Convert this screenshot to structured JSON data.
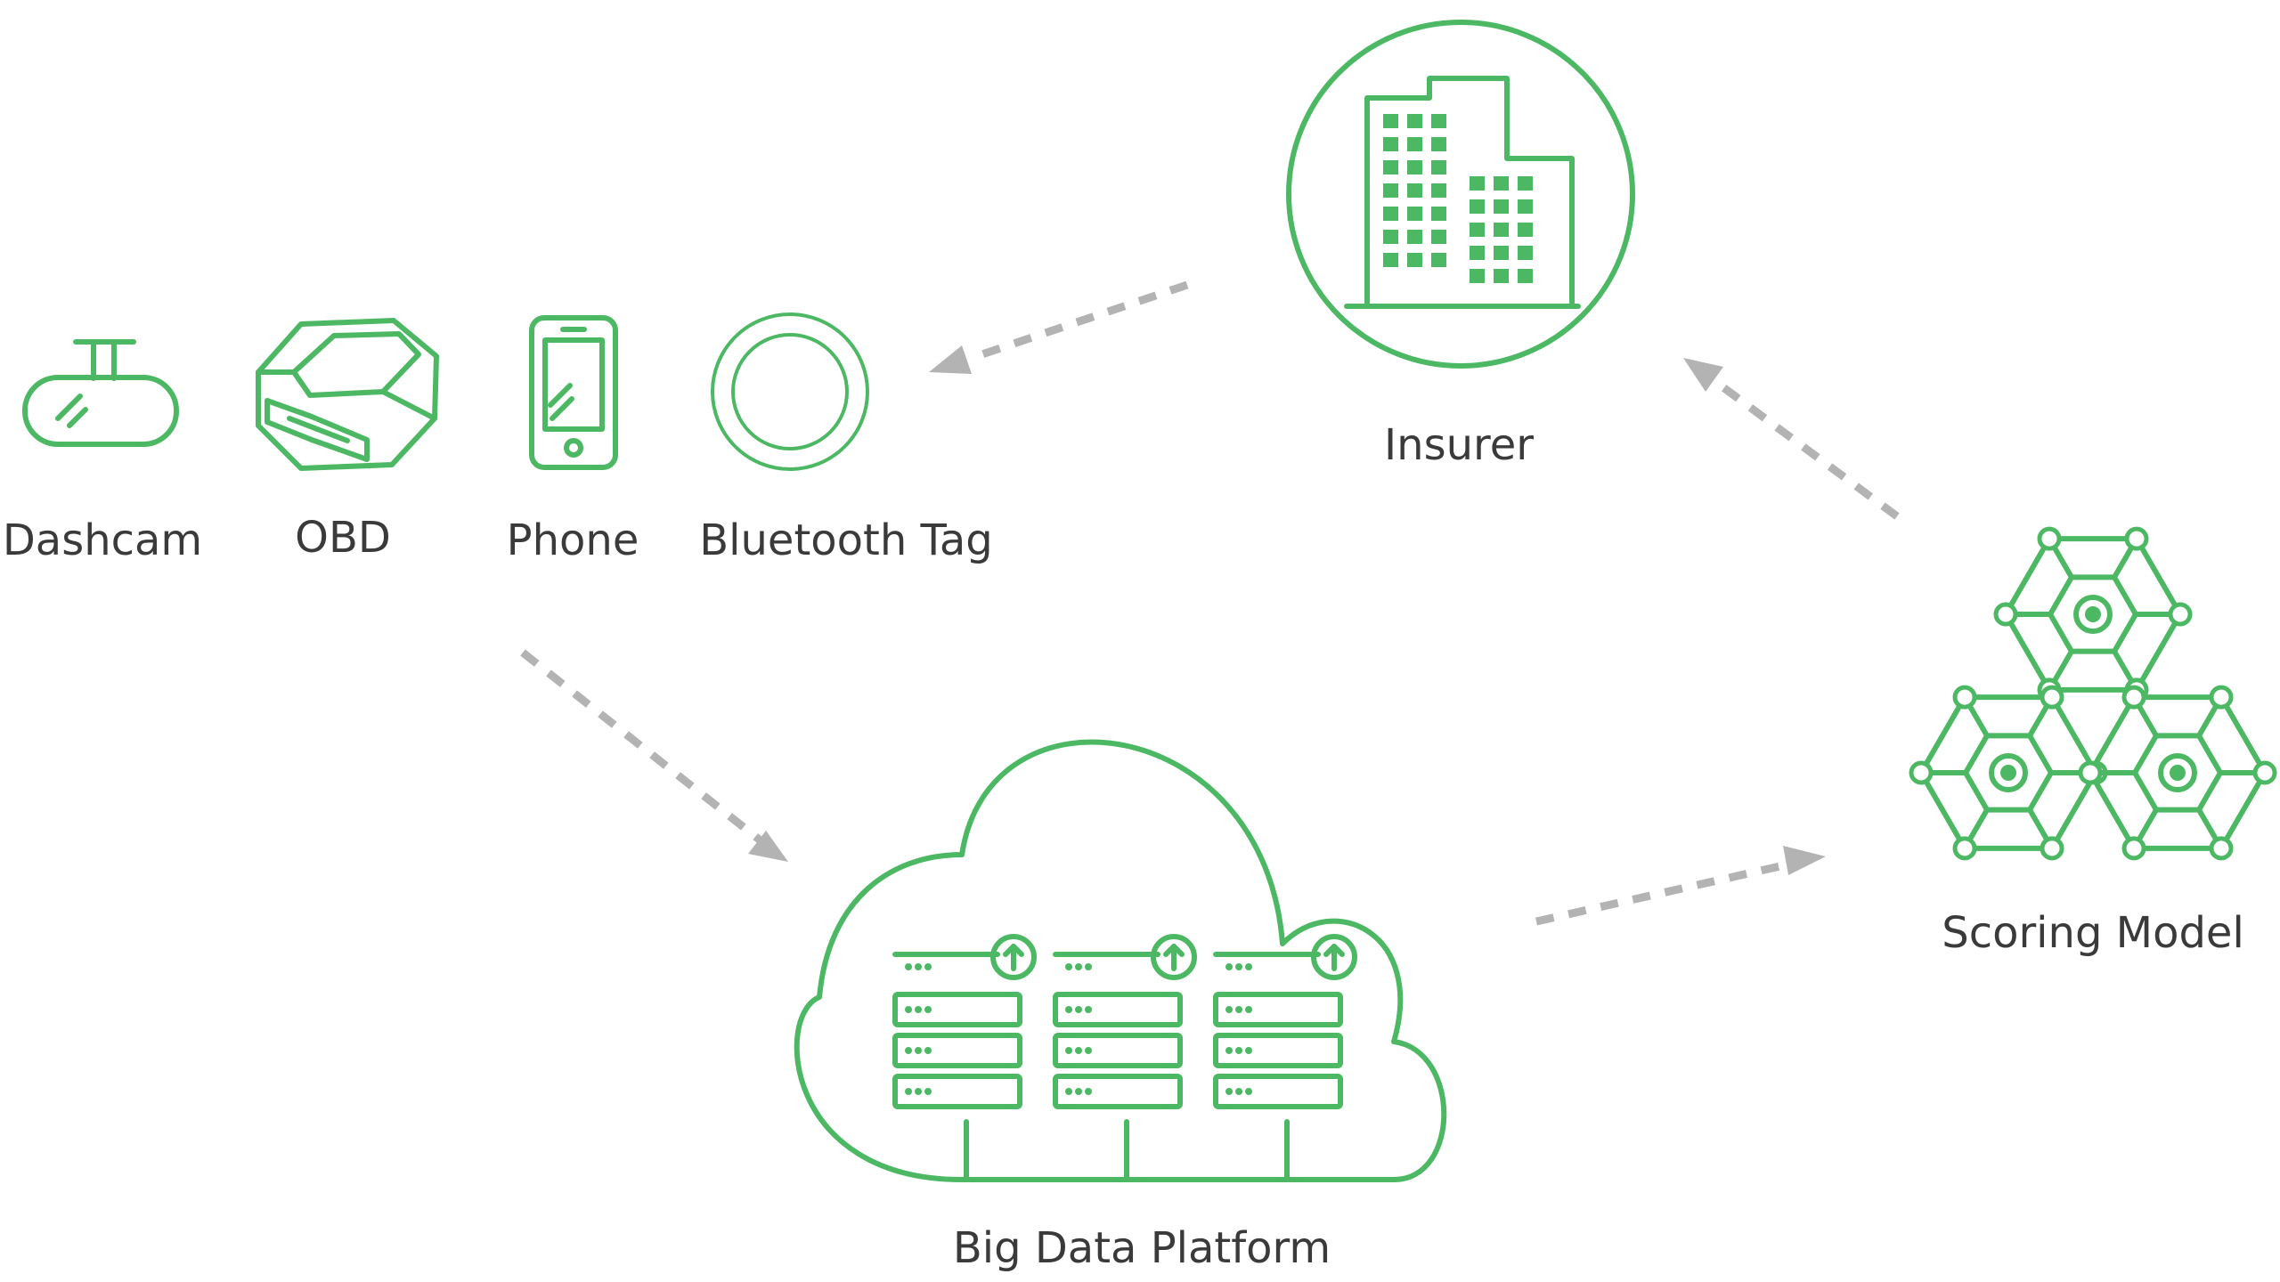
{
  "nodes": {
    "dashcam": {
      "label": "Dashcam",
      "icon": "dashcam-icon"
    },
    "obd": {
      "label": "OBD",
      "icon": "obd-device-icon"
    },
    "phone": {
      "label": "Phone",
      "icon": "phone-icon"
    },
    "bluetooth_tag": {
      "label": "Bluetooth Tag",
      "icon": "bluetooth-tag-icon"
    },
    "insurer": {
      "label": "Insurer",
      "icon": "office-building-icon"
    },
    "scoring_model": {
      "label": "Scoring Model",
      "icon": "hexagon-network-icon"
    },
    "big_data_platform": {
      "label": "Big Data Platform",
      "icon": "cloud-server-icon"
    }
  },
  "edges": [
    {
      "from": "devices",
      "to": "big_data_platform",
      "style": "dashed"
    },
    {
      "from": "big_data_platform",
      "to": "scoring_model",
      "style": "dashed"
    },
    {
      "from": "scoring_model",
      "to": "insurer",
      "style": "dashed"
    },
    {
      "from": "insurer",
      "to": "devices",
      "style": "dashed"
    }
  ],
  "colors": {
    "accent": "#4db864",
    "arrow": "#b3b3b3",
    "text": "#3a3a3a"
  }
}
